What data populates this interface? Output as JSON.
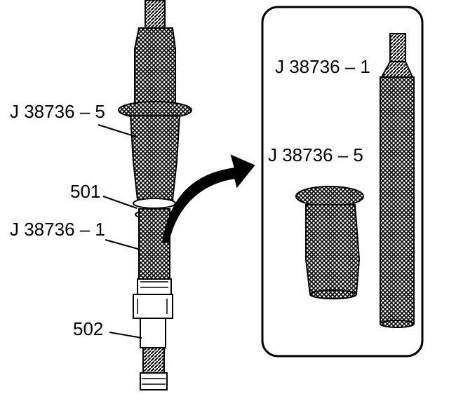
{
  "labels": {
    "tool_5_main": "J 38736 – 5",
    "part_501": "501",
    "tool_1_main": "J 38736 – 1",
    "part_502": "502",
    "tool_1_inset": "J 38736 – 1",
    "tool_5_inset": "J 38736 – 5"
  },
  "colors": {
    "ink": "#000000",
    "paper": "#ffffff",
    "hatch": "#000000"
  }
}
